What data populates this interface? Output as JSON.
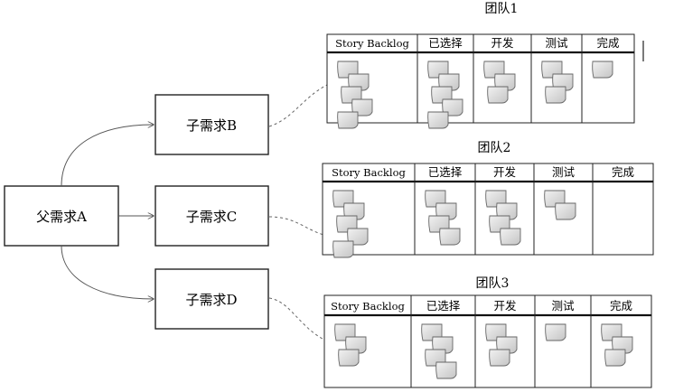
{
  "parent": {
    "label": "父需求A"
  },
  "children": [
    {
      "label": "子需求B"
    },
    {
      "label": "子需求C"
    },
    {
      "label": "子需求D"
    }
  ],
  "teams": [
    {
      "title": "团队1",
      "columns": [
        "Story Backlog",
        "已选择",
        "开发",
        "测试",
        "完成"
      ],
      "card_counts": [
        5,
        5,
        3,
        3,
        1
      ]
    },
    {
      "title": "团队2",
      "columns": [
        "Story Backlog",
        "已选择",
        "开发",
        "测试",
        "完成"
      ],
      "card_counts": [
        5,
        4,
        4,
        2,
        0
      ]
    },
    {
      "title": "团队3",
      "columns": [
        "Story Backlog",
        "已选择",
        "开发",
        "测试",
        "完成"
      ],
      "card_counts": [
        3,
        4,
        3,
        1,
        3
      ]
    }
  ],
  "colors": {
    "box_border": "#222222",
    "connector": "#555555",
    "card_fill": "#d6d6d6",
    "card_stroke": "#666666"
  }
}
